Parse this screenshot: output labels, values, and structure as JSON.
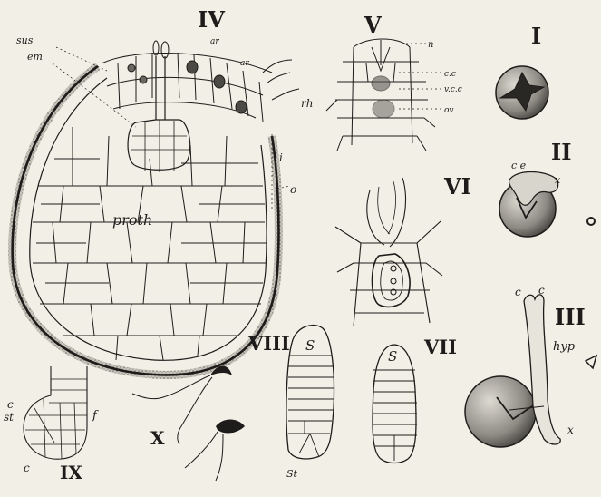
{
  "figures": {
    "I": {
      "numeral": "I"
    },
    "II": {
      "numeral": "II",
      "labels": {
        "ce": "c e",
        "x": "x"
      }
    },
    "III": {
      "numeral": "III",
      "labels": {
        "c1": "c",
        "c2": "c",
        "hyp": "hyp",
        "x": "x"
      }
    },
    "IV": {
      "numeral": "IV",
      "labels": {
        "sus": "sus",
        "em": "em",
        "ar1": "ar",
        "ar2": "ar",
        "rh": "rh",
        "i": "i",
        "o": "o",
        "proth": "proth"
      }
    },
    "V": {
      "numeral": "V",
      "labels": {
        "n": "n",
        "cc": "c.c",
        "vcc": "v.c.c",
        "ov": "ov"
      }
    },
    "VI": {
      "numeral": "VI"
    },
    "VII": {
      "numeral": "VII",
      "labels": {
        "s": "S"
      }
    },
    "VIII": {
      "numeral": "VIII",
      "labels": {
        "s": "S",
        "st": "St"
      }
    },
    "IX": {
      "numeral": "IX",
      "labels": {
        "c1": "c",
        "st": "st",
        "f": "f",
        "c2": "c"
      }
    },
    "X": {
      "numeral": "X"
    }
  },
  "colors": {
    "paper": "#f2efe6",
    "ink": "#1e1c1a",
    "stipple": "#8a8880"
  }
}
